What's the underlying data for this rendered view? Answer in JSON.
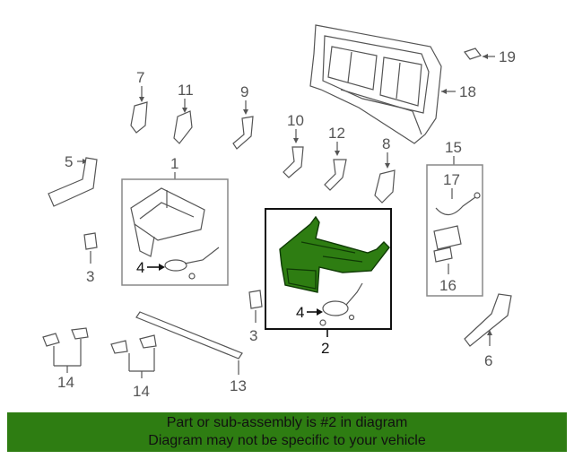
{
  "callouts": {
    "c1": "1",
    "c2": "2",
    "c3a": "3",
    "c3b": "3",
    "c4a": "4",
    "c4b": "4",
    "c5": "5",
    "c6": "6",
    "c7": "7",
    "c8": "8",
    "c9": "9",
    "c10": "10",
    "c11": "11",
    "c12": "12",
    "c13": "13",
    "c14a": "14",
    "c14b": "14",
    "c15": "15",
    "c16": "16",
    "c17": "17",
    "c18": "18",
    "c19": "19"
  },
  "highlight_color": "#2e7d12",
  "banner": {
    "line1": "Part or sub-assembly is #2 in diagram",
    "line2": "Diagram may not be specific to your vehicle"
  }
}
